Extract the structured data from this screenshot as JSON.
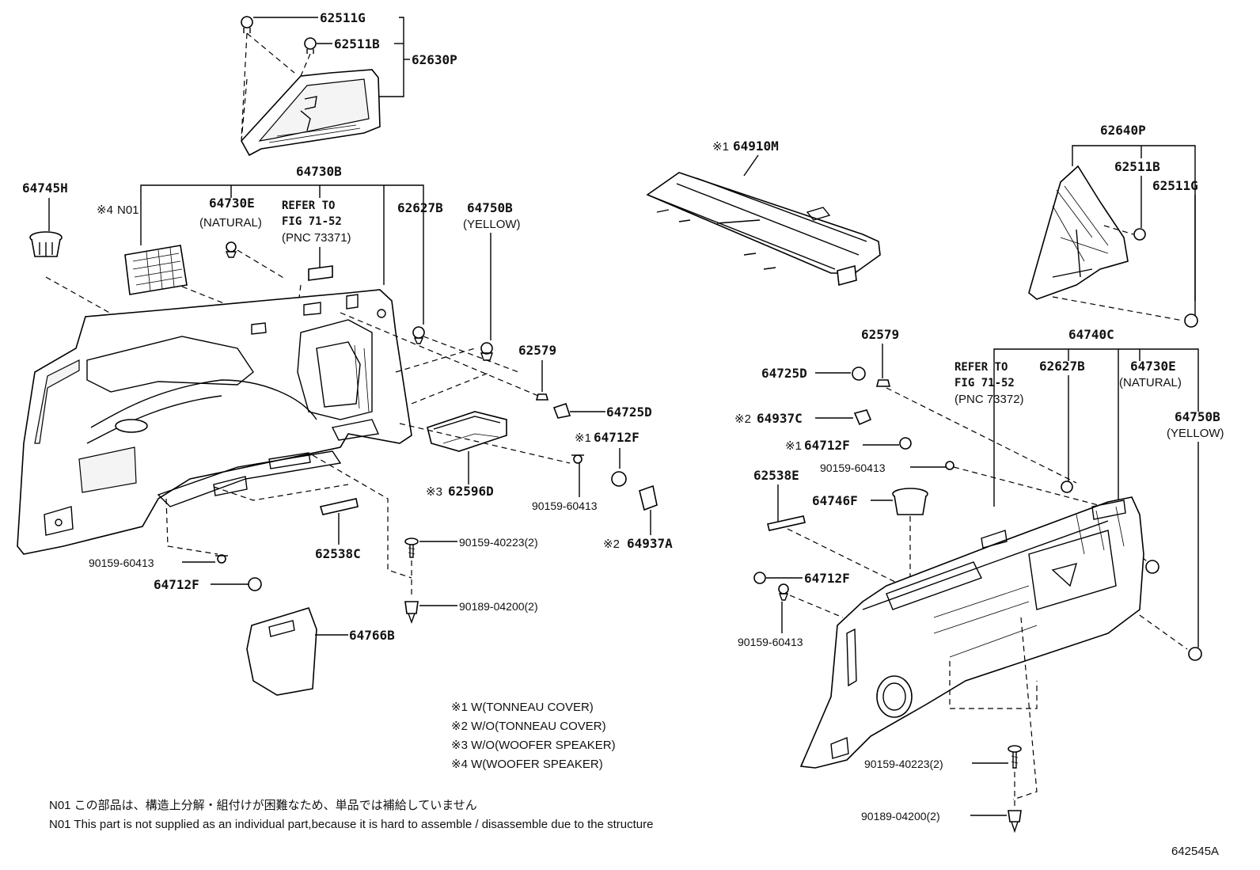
{
  "labels": {
    "p62511G_top": "62511G",
    "p62511B_top": "62511B",
    "p62630P": "62630P",
    "p64730B": "64730B",
    "p64745H": "64745H",
    "mark4": "※4",
    "n01": "N01",
    "p64730E_l": "64730E",
    "natural_l": "(NATURAL)",
    "refer_l1": "REFER TO",
    "refer_l2": "FIG 71-52",
    "refer_l3": "(PNC 73371)",
    "p62627B_l": "62627B",
    "p64750B_l": "64750B",
    "yellow_l": "(YELLOW)",
    "p62579_l": "62579",
    "p64725D_l": "64725D",
    "mark1_l": "※1",
    "p64712F_l1": "64712F",
    "mark3": "※3",
    "p62596D": "62596D",
    "p90159_60413_l1": "90159-60413",
    "mark2_l": "※2",
    "p64937A": "64937A",
    "p90159_40223_l": "90159-40223(2)",
    "p90189_04200_l": "90189-04200(2)",
    "p62538C": "62538C",
    "p90159_60413_l2": "90159-60413",
    "p64712F_l2": "64712F",
    "p64766B": "64766B",
    "mark1_t": "※1",
    "p64910M": "64910M",
    "p62640P": "62640P",
    "p62511B_r": "62511B",
    "p62511G_r": "62511G",
    "p62579_r": "62579",
    "p64740C": "64740C",
    "p64725D_r": "64725D",
    "refer_r1": "REFER TO",
    "refer_r2": "FIG 71-52",
    "refer_r3": "(PNC 73372)",
    "p62627B_r": "62627B",
    "p64730E_r": "64730E",
    "natural_r": "(NATURAL)",
    "mark2_r": "※2",
    "p64937C": "64937C",
    "mark1_r": "※1",
    "p64712F_r1": "64712F",
    "p90159_60413_r1": "90159-60413",
    "p64750B_r": "64750B",
    "yellow_r": "(YELLOW)",
    "p62538E": "62538E",
    "p64746F": "64746F",
    "p64712F_r2": "64712F",
    "p90159_60413_r2": "90159-60413",
    "p90159_40223_r": "90159-40223(2)",
    "p90189_04200_r": "90189-04200(2)"
  },
  "legend": [
    "※1  W(TONNEAU COVER)",
    "※2  W/O(TONNEAU COVER)",
    "※3  W/O(WOOFER SPEAKER)",
    "※4  W(WOOFER SPEAKER)"
  ],
  "notes": {
    "jp": "N01 この部品は、構造上分解・組付けが困難なため、単品では補給していません",
    "en": "N01 This part is not supplied as an individual part,because it is hard to assemble / disassemble due to the structure"
  },
  "figure_code": "642545A"
}
